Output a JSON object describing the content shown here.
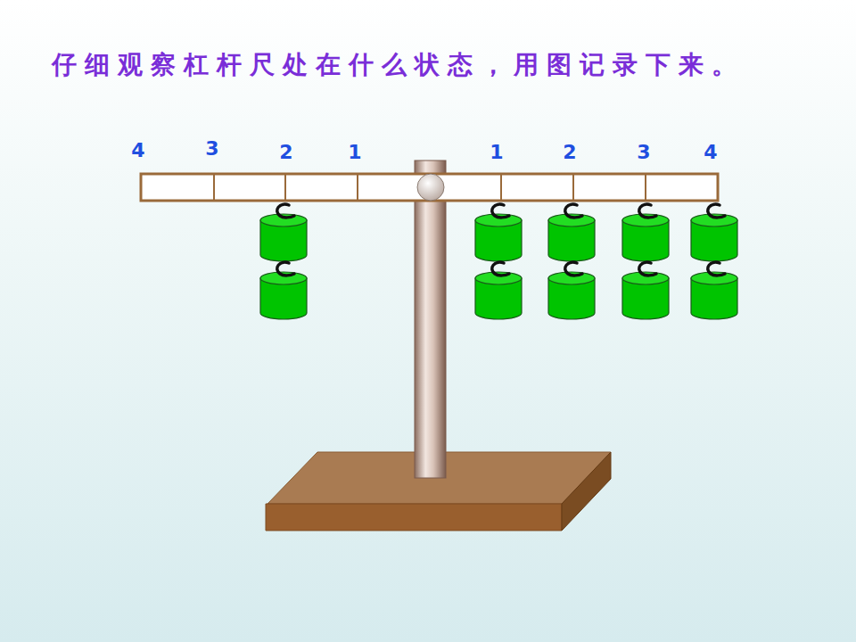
{
  "diagram": {
    "title": "仔细观察杠杆尺处在什么状态，用图记录下来。",
    "labels": [
      "4",
      "3",
      "2",
      "1",
      "1",
      "2",
      "3",
      "4"
    ]
  }
}
